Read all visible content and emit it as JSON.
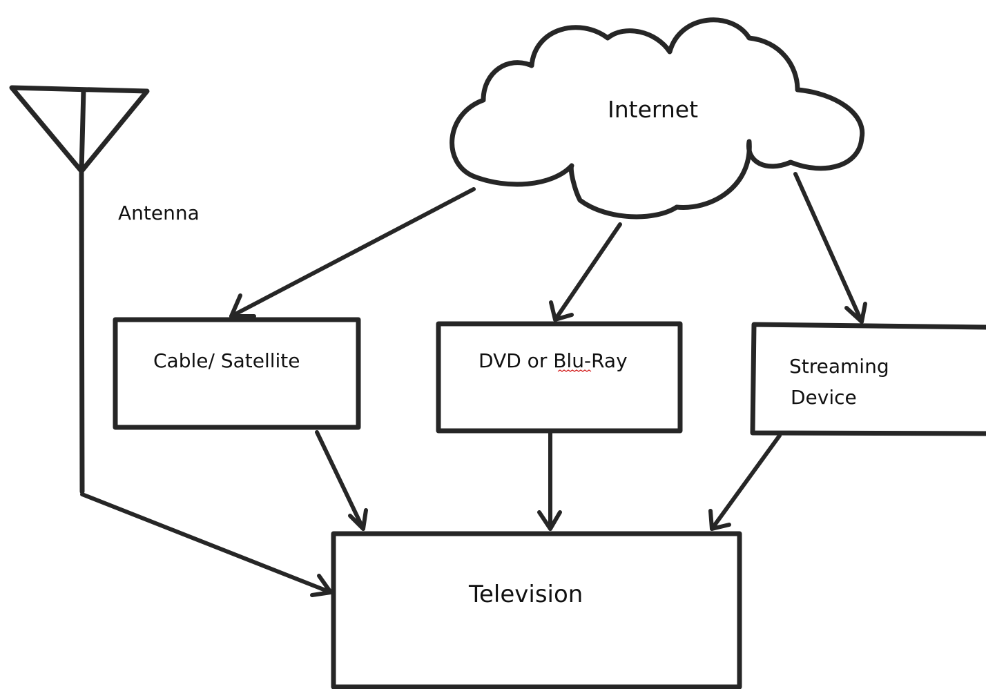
{
  "diagram": {
    "nodes": {
      "internet": {
        "label": "Internet"
      },
      "antenna": {
        "label": "Antenna"
      },
      "cable_satellite": {
        "label": "Cable/ Satellite"
      },
      "dvd_bluray": {
        "label": "DVD or Blu-Ray"
      },
      "streaming_device": {
        "label_line1": "Streaming",
        "label_line2": "Device"
      },
      "television": {
        "label": "Television"
      }
    },
    "edges": [
      {
        "from": "Internet",
        "to": "Cable/ Satellite"
      },
      {
        "from": "Internet",
        "to": "DVD or Blu-Ray"
      },
      {
        "from": "Internet",
        "to": "Streaming Device"
      },
      {
        "from": "Antenna",
        "to": "Television"
      },
      {
        "from": "Cable/ Satellite",
        "to": "Television"
      },
      {
        "from": "DVD or Blu-Ray",
        "to": "Television"
      },
      {
        "from": "Streaming Device",
        "to": "Television"
      }
    ],
    "colors": {
      "ink": "#262626",
      "background": "#ffffff",
      "spellcheck_underline": "#d01010"
    }
  }
}
